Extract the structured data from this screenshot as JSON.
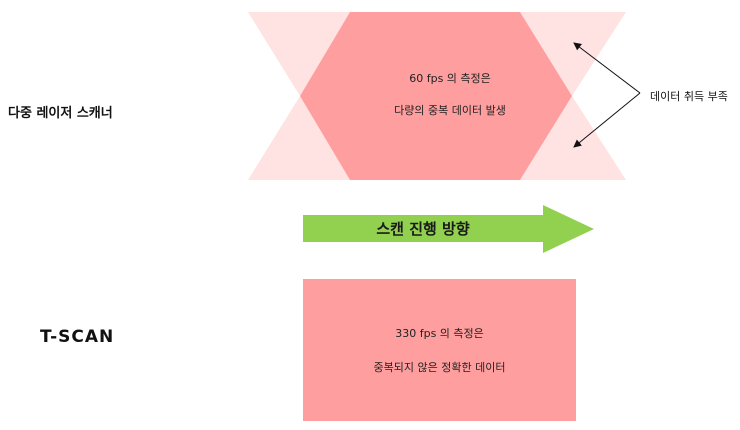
{
  "left_labels": {
    "multi_laser": "다중 레이저 스캐너",
    "tscan": "T-SCAN"
  },
  "hexagon": {
    "line1": "60 fps 의 측정은",
    "line2": "다량의 중복 데이터 발생"
  },
  "annotation": {
    "text": "데이터 취득 부족"
  },
  "direction_arrow": {
    "label": "스캔 진행 방향"
  },
  "tscan_box": {
    "line1": "330 fps 의 측정은",
    "line2": "중복되지 않은 정확한 데이터"
  },
  "colors": {
    "hexagon": "#ff9e9e",
    "light_wedge": "#ffe2e2",
    "arrow": "#92d050",
    "box": "#ff9e9e"
  }
}
